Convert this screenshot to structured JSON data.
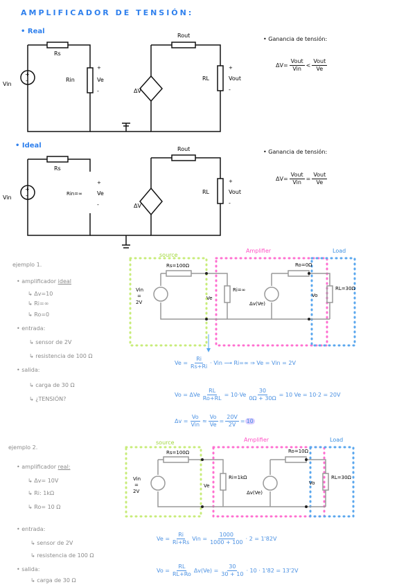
{
  "title": "AMPLIFICADOR DE TENSIÓN:",
  "real": {
    "label": "• Real",
    "ganancia_label": "• Ganancia de tensión:",
    "formula": {
      "lhs": "ΔV=",
      "n1": "Vout",
      "d1": "Vin",
      "op": "<",
      "n2": "Vout",
      "d2": "Ve"
    },
    "circuit": {
      "rs": "Rs",
      "rin": "Rin",
      "ve": "Ve",
      "vin": "Vin",
      "rout": "Rout",
      "dv": "ΔV",
      "rl": "RL",
      "vout": "Vout",
      "plus": "+",
      "minus": "-"
    }
  },
  "ideal": {
    "label": "• Ideal",
    "ganancia_label": "• Ganancia de tensión:",
    "formula": {
      "lhs": "ΔV=",
      "n1": "Vout",
      "d1": "Vin",
      "op": "=",
      "n2": "Vout",
      "d2": "Ve"
    },
    "circuit": {
      "rs": "Rs",
      "rin": "Rin=∞",
      "ve": "Ve",
      "vin": "Vin",
      "rout": "Rout",
      "dv": "ΔV",
      "rl": "RL",
      "vout": "Vout",
      "plus": "+",
      "minus": "-"
    }
  },
  "ej1": {
    "title": "ejemplo 1.",
    "amp": "• amplificador",
    "amp_type": "ideal",
    "amp_items": [
      "↳ Δv=10",
      "↳ Ri=∞",
      "↳ Ro=0"
    ],
    "entrada": "• entrada:",
    "entrada_items": [
      "↳ sensor de 2V",
      "↳ resistencia de 100 Ω"
    ],
    "salida": "• salida:",
    "salida_items": [
      "↳ carga de 30 Ω",
      "↳ ¿TENSIÓN?"
    ],
    "circuit": {
      "source": "source",
      "amplifier": "Amplifier",
      "load": "Load",
      "rs": "Rs=100Ω",
      "vin": "Vin",
      "vin_eq": "=",
      "vin_val": "2V",
      "ri": "Ri=∞",
      "ve": "Ve",
      "dv": "Δv(Ve)",
      "ro": "Ro=0Ω",
      "vo": "Vo",
      "rl": "RL=30Ω"
    },
    "eq1": {
      "lhs": "Ve =",
      "n": "Ri",
      "d": "Rs+Ri",
      "rest": "· Vin ⟶ Ri=∞ ⇒ Ve = Vin = 2V"
    },
    "eq2": {
      "lhs": "Vo = ΔVe",
      "n": "RL",
      "d": "Ro+RL",
      "mid": "= 10·Ve",
      "n2": "30",
      "d2": "0Ω + 30Ω",
      "rest": "= 10 Ve = 10·2 = 20V"
    },
    "eq3": {
      "lhs": "Δv =",
      "n1": "Vo",
      "d1": "Vin",
      "approx": "≈",
      "n2": "Vo",
      "d2": "Ve",
      "eq": "=",
      "n3": "20V",
      "d3": "2V",
      "eq2": "=",
      "result": "10"
    }
  },
  "ej2": {
    "title": "ejemplo 2.",
    "amp": "• amplificador",
    "amp_type": "real:",
    "amp_items": [
      "↳ Δv= 10V",
      "↳ Ri: 1kΩ",
      "↳ Ro= 10 Ω"
    ],
    "entrada": "• entrada:",
    "entrada_items": [
      "↳ sensor de 2V",
      "↳ resistencia de 100 Ω"
    ],
    "salida": "• salida:",
    "salida_items": [
      "↳ carga de 30 Ω"
    ],
    "circuit": {
      "source": "source",
      "amplifier": "Amplifier",
      "load": "Load",
      "rs": "Rs=100Ω",
      "vin": "Vin",
      "vin_eq": "=",
      "vin_val": "2V",
      "ri": "Ri=1kΩ",
      "ve": "Ve",
      "dv": "Δv(Ve)",
      "ro": "Ro=10Ω",
      "vo": "Vo",
      "rl": "RL=30Ω"
    },
    "eq1": {
      "lhs": "Ve =",
      "n": "Ri",
      "d": "Ri+Rs",
      "mid": "Vin =",
      "n2": "1000",
      "d2": "1000 + 100",
      "rest": "· 2 = 1'82V"
    },
    "eq2": {
      "lhs": "Vo =",
      "n": "RL",
      "d": "RL+Ro",
      "mid": "Δv(Ve) =",
      "n2": "30",
      "d2": "30 + 10",
      "rest": "· 10 · 1'82 = 13'2V"
    }
  },
  "colors": {
    "accent": "#2f80ed",
    "green": "#c8ec7a",
    "pink": "#ff6fd0",
    "blue": "#5aa7ee",
    "gray": "#8a8a8a"
  }
}
